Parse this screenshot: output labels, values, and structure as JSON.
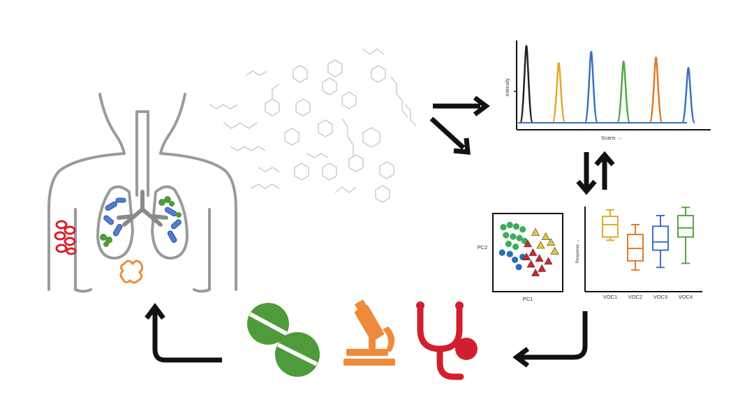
{
  "colors": {
    "outline": "#9a9a9a",
    "arrow": "#111111",
    "pill": "#4f9a3a",
    "microscope": "#ef8a3a",
    "stethoscope": "#d0202f",
    "series": [
      "#222222",
      "#e2a92c",
      "#3f6fc0",
      "#56a546",
      "#e07a2a",
      "#3f6fc0"
    ]
  },
  "icons": {
    "body": "torso-lungs-icon",
    "bacteria": "bacteria-icon",
    "molecules": "molecule-structures-icon",
    "pills": "pills-icon",
    "microscope": "microscope-icon",
    "stethoscope": "stethoscope-icon"
  },
  "chromatogram": {
    "ylabel": "Intensity",
    "xlabel": "Scans →",
    "peaks": [
      {
        "x": 1,
        "y": 0.95,
        "color": "#222222"
      },
      {
        "x": 2,
        "y": 0.74,
        "color": "#e2a92c"
      },
      {
        "x": 3,
        "y": 0.88,
        "color": "#3f6fc0"
      },
      {
        "x": 4,
        "y": 0.76,
        "color": "#56a546"
      },
      {
        "x": 5,
        "y": 0.81,
        "color": "#e07a2a"
      },
      {
        "x": 6,
        "y": 0.68,
        "color": "#3f6fc0"
      }
    ]
  },
  "pca": {
    "xlabel": "PC1",
    "ylabel": "PC2",
    "groups": [
      {
        "shape": "circle",
        "color": "#3cae58",
        "points": [
          [
            0.12,
            0.85
          ],
          [
            0.22,
            0.88
          ],
          [
            0.32,
            0.86
          ],
          [
            0.42,
            0.82
          ],
          [
            0.16,
            0.74
          ],
          [
            0.27,
            0.72
          ],
          [
            0.37,
            0.7
          ],
          [
            0.2,
            0.62
          ],
          [
            0.31,
            0.58
          ],
          [
            0.45,
            0.66
          ]
        ]
      },
      {
        "shape": "circle",
        "color": "#2b6fb8",
        "points": [
          [
            0.1,
            0.5
          ],
          [
            0.22,
            0.48
          ],
          [
            0.3,
            0.4
          ],
          [
            0.42,
            0.44
          ],
          [
            0.36,
            0.3
          ]
        ]
      },
      {
        "shape": "triangle",
        "color": "#d8212a",
        "points": [
          [
            0.5,
            0.62
          ],
          [
            0.58,
            0.5
          ],
          [
            0.68,
            0.42
          ],
          [
            0.55,
            0.34
          ],
          [
            0.72,
            0.28
          ],
          [
            0.82,
            0.38
          ],
          [
            0.62,
            0.22
          ],
          [
            0.48,
            0.44
          ]
        ]
      },
      {
        "shape": "triangle",
        "color": "#e9c535",
        "points": [
          [
            0.62,
            0.78
          ],
          [
            0.78,
            0.72
          ],
          [
            0.86,
            0.64
          ],
          [
            0.92,
            0.52
          ],
          [
            0.7,
            0.6
          ]
        ]
      }
    ]
  },
  "boxplot": {
    "categories": [
      "VOC1",
      "VOC2",
      "VOC3",
      "VOC4"
    ],
    "ylabel": "Response →",
    "ylim": [
      0,
      10
    ],
    "boxes": [
      {
        "color": "#e2a92c",
        "min": 5.9,
        "q1": 6.3,
        "median": 7.8,
        "q3": 8.8,
        "max": 9.6
      },
      {
        "color": "#e07a2a",
        "min": 2.3,
        "q1": 3.4,
        "median": 4.9,
        "q3": 6.6,
        "max": 7.8
      },
      {
        "color": "#3f6fc0",
        "min": 2.6,
        "q1": 4.7,
        "median": 5.7,
        "q3": 7.6,
        "max": 8.9
      },
      {
        "color": "#56a546",
        "min": 3.1,
        "q1": 6.3,
        "median": 7.4,
        "q3": 8.9,
        "max": 9.9
      }
    ]
  }
}
